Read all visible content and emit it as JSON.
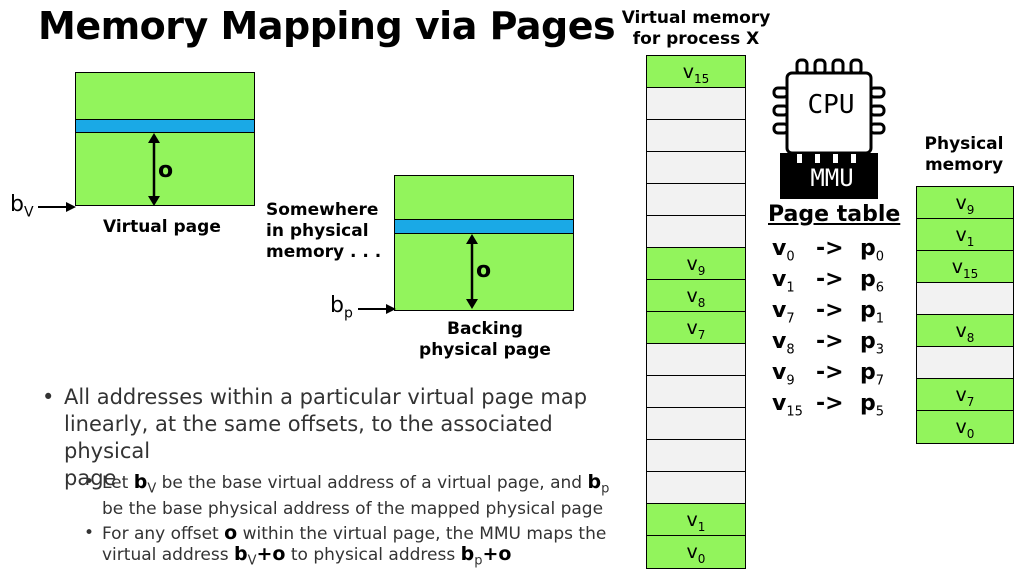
{
  "title": "Memory Mapping via Pages",
  "virtual_memory_header": [
    "Virtual memory",
    "for process X"
  ],
  "physical_memory_header": [
    "Physical",
    "memory"
  ],
  "cpu_label": "CPU",
  "mmu_label": "MMU",
  "page_table": {
    "title": "Page table",
    "rows": [
      {
        "v": "v",
        "vsub": "0",
        "arrow": "->",
        "p": "p",
        "psub": "0"
      },
      {
        "v": "v",
        "vsub": "1",
        "arrow": "->",
        "p": "p",
        "psub": "6"
      },
      {
        "v": "v",
        "vsub": "7",
        "arrow": "->",
        "p": "p",
        "psub": "1"
      },
      {
        "v": "v",
        "vsub": "8",
        "arrow": "->",
        "p": "p",
        "psub": "3"
      },
      {
        "v": "v",
        "vsub": "9",
        "arrow": "->",
        "p": "p",
        "psub": "7"
      },
      {
        "v": "v",
        "vsub": "15",
        "arrow": "->",
        "p": "p",
        "psub": "5"
      }
    ]
  },
  "virtual_cells": [
    {
      "v": "v",
      "sub": "15",
      "filled": true
    },
    {
      "v": "",
      "sub": "",
      "filled": false
    },
    {
      "v": "",
      "sub": "",
      "filled": false
    },
    {
      "v": "",
      "sub": "",
      "filled": false
    },
    {
      "v": "",
      "sub": "",
      "filled": false
    },
    {
      "v": "",
      "sub": "",
      "filled": false
    },
    {
      "v": "v",
      "sub": "9",
      "filled": true
    },
    {
      "v": "v",
      "sub": "8",
      "filled": true
    },
    {
      "v": "v",
      "sub": "7",
      "filled": true
    },
    {
      "v": "",
      "sub": "",
      "filled": false
    },
    {
      "v": "",
      "sub": "",
      "filled": false
    },
    {
      "v": "",
      "sub": "",
      "filled": false
    },
    {
      "v": "",
      "sub": "",
      "filled": false
    },
    {
      "v": "",
      "sub": "",
      "filled": false
    },
    {
      "v": "v",
      "sub": "1",
      "filled": true
    },
    {
      "v": "v",
      "sub": "0",
      "filled": true
    }
  ],
  "physical_cells": [
    {
      "v": "v",
      "sub": "9",
      "filled": true
    },
    {
      "v": "v",
      "sub": "1",
      "filled": true
    },
    {
      "v": "v",
      "sub": "15",
      "filled": true
    },
    {
      "v": "",
      "sub": "",
      "filled": false
    },
    {
      "v": "v",
      "sub": "8",
      "filled": true
    },
    {
      "v": "",
      "sub": "",
      "filled": false
    },
    {
      "v": "v",
      "sub": "7",
      "filled": true
    },
    {
      "v": "v",
      "sub": "0",
      "filled": true
    }
  ],
  "virtual_page": {
    "offset_label": "o",
    "base_label": "b",
    "base_sub": "V",
    "caption": "Virtual page"
  },
  "physical_page": {
    "offset_label": "o",
    "base_label": "b",
    "base_sub": "p",
    "caption": [
      "Backing",
      "physical page"
    ],
    "somewhere": [
      "Somewhere",
      "in physical",
      "memory . . ."
    ]
  },
  "bullets": {
    "main": [
      "All addresses within a particular virtual page map",
      "linearly, at the same offsets, to the associated physical",
      "page"
    ],
    "sub1": {
      "t1": "Let ",
      "b1": "b",
      "s1": "V",
      "t2": " be the base virtual address of a virtual page, and ",
      "b2": "b",
      "s2": "p",
      "t3": "be the base physical address of the mapped physical page"
    },
    "sub2": {
      "t1": "For any offset ",
      "o": "o",
      "t2": " within the virtual page, the MMU maps the",
      "t3": "virtual address ",
      "b1": "b",
      "s1": "V",
      "o2": "+o",
      "t4": " to physical address ",
      "b2": "b",
      "s2": "p",
      "o3": "+o"
    }
  }
}
